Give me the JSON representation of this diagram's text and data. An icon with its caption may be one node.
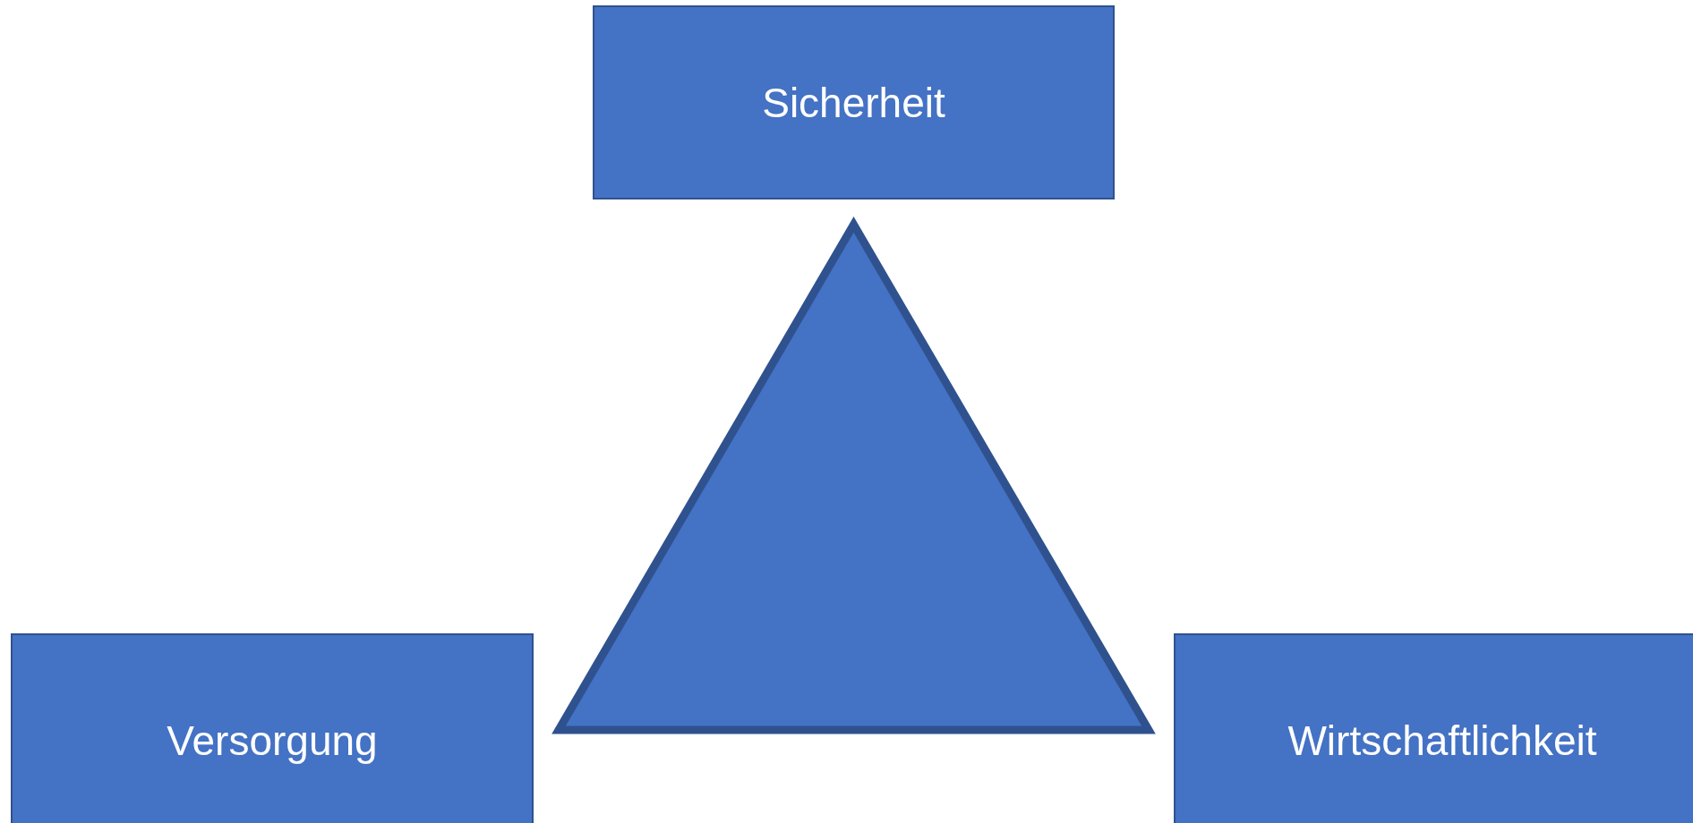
{
  "diagram": {
    "nodes": [
      {
        "text": [
          "Sicherheit"
        ]
      },
      {
        "text": [],
        "shape": "triangle"
      },
      {
        "text": [
          "Versorgung"
        ]
      },
      {
        "text": [
          "Wirtschaftlichkeit"
        ]
      }
    ]
  }
}
